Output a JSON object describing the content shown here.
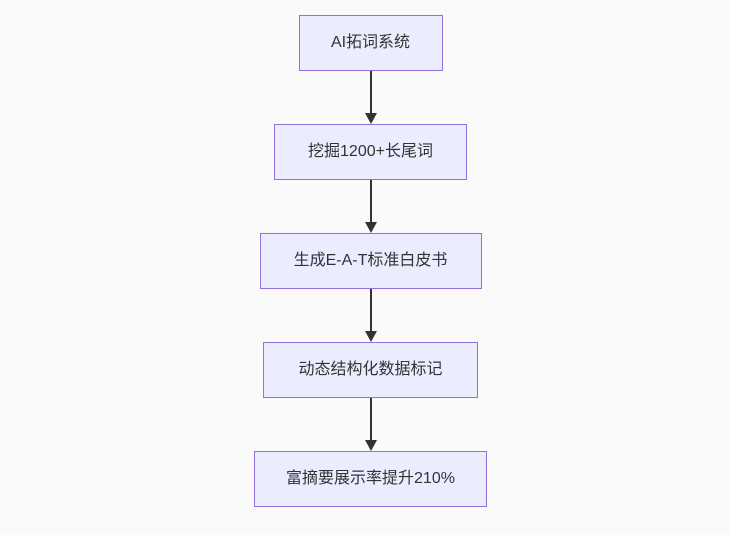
{
  "diagram": {
    "type": "flowchart",
    "direction": "top-down",
    "nodes": [
      {
        "id": "n1",
        "label": "AI拓词系统"
      },
      {
        "id": "n2",
        "label": "挖掘1200+长尾词"
      },
      {
        "id": "n3",
        "label": "生成E-A-T标准白皮书"
      },
      {
        "id": "n4",
        "label": "动态结构化数据标记"
      },
      {
        "id": "n5",
        "label": "富摘要展示率提升210%"
      }
    ],
    "edges": [
      {
        "from": "n1",
        "to": "n2",
        "arrow": "down"
      },
      {
        "from": "n2",
        "to": "n3",
        "arrow": "down"
      },
      {
        "from": "n3",
        "to": "n4",
        "arrow": "down"
      },
      {
        "from": "n4",
        "to": "n5",
        "arrow": "down"
      }
    ],
    "colors": {
      "node_fill": "#ECECFF",
      "node_border": "#9370DB",
      "arrow": "#333333",
      "text": "#333333",
      "background": "#fafafa"
    }
  }
}
